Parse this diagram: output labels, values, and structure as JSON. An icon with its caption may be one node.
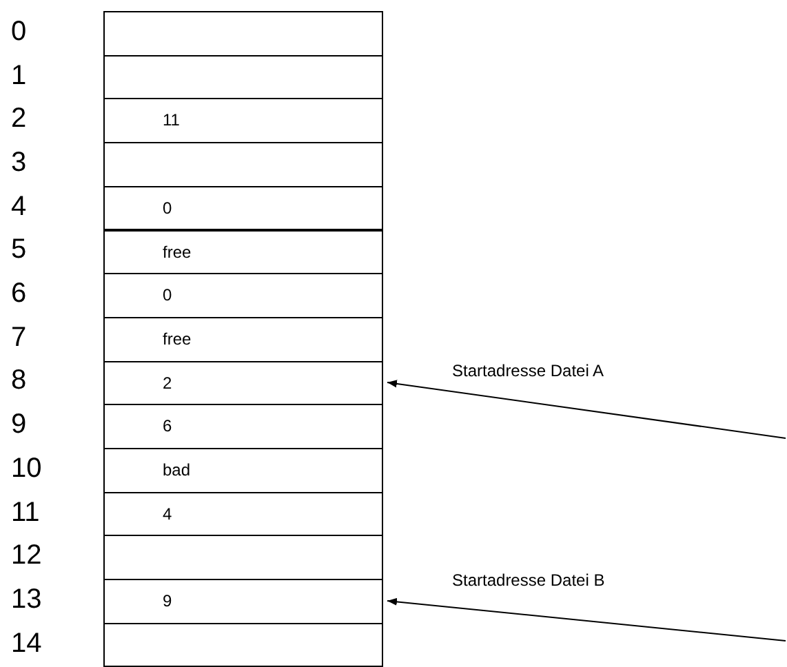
{
  "diagram": {
    "nodes": [
      {
        "text": [],
        "shape": "box",
        "beside": [
          "0"
        ]
      },
      {
        "text": [],
        "shape": "box",
        "beside": [
          "1"
        ]
      },
      {
        "text": [
          "11"
        ],
        "beside": [
          "2"
        ]
      },
      {
        "text": [],
        "shape": "box",
        "beside": [
          "3"
        ]
      },
      {
        "text": [
          "0"
        ],
        "beside": [
          "4"
        ]
      },
      {
        "text": [
          "free"
        ],
        "beside": [
          "5"
        ]
      },
      {
        "text": [
          "0"
        ],
        "beside": [
          "6"
        ]
      },
      {
        "text": [
          "free"
        ],
        "beside": [
          "7"
        ]
      },
      {
        "text": [
          "2"
        ],
        "beside": [
          "8"
        ]
      },
      {
        "text": [
          "6"
        ],
        "beside": [
          "9"
        ]
      },
      {
        "text": [
          "bad"
        ],
        "beside": [
          "10"
        ]
      },
      {
        "text": [
          "4"
        ],
        "beside": [
          "11"
        ]
      },
      {
        "text": [],
        "shape": "box",
        "beside": [
          "12"
        ]
      },
      {
        "text": [
          "9"
        ],
        "beside": [
          "13"
        ]
      },
      {
        "text": [],
        "shape": "box",
        "beside": [
          "14"
        ]
      }
    ],
    "edges": [
      {
        "from": null,
        "to": 8,
        "arrow": "to",
        "label": "Startadresse Datei A"
      },
      {
        "from": null,
        "to": 13,
        "arrow": "to",
        "label": "Startadresse Datei B"
      }
    ]
  }
}
